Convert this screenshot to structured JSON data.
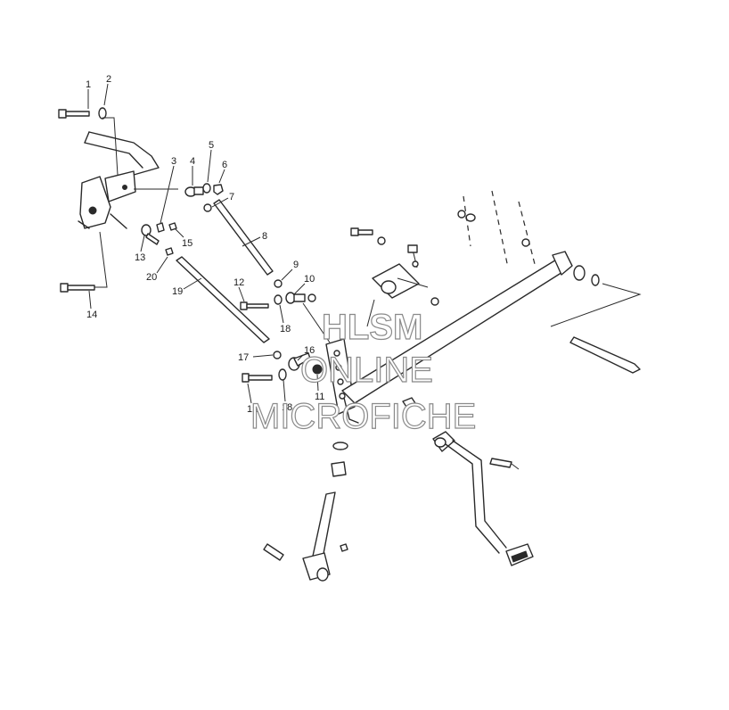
{
  "callouts": {
    "c1": "1",
    "c2": "2",
    "c3": "3",
    "c4": "4",
    "c5": "5",
    "c6": "6",
    "c7": "7",
    "c8": "8",
    "c9": "9",
    "c10": "10",
    "c11": "11",
    "c12a": "12",
    "c12b": "12",
    "c13": "13",
    "c14": "14",
    "c15": "15",
    "c16": "16",
    "c17": "17",
    "c18a": "18",
    "c18b": "18",
    "c19": "19",
    "c20": "20"
  },
  "watermark": {
    "line1": "HLSM",
    "line2": "ONLINE",
    "line3": "MICROFICHE"
  }
}
